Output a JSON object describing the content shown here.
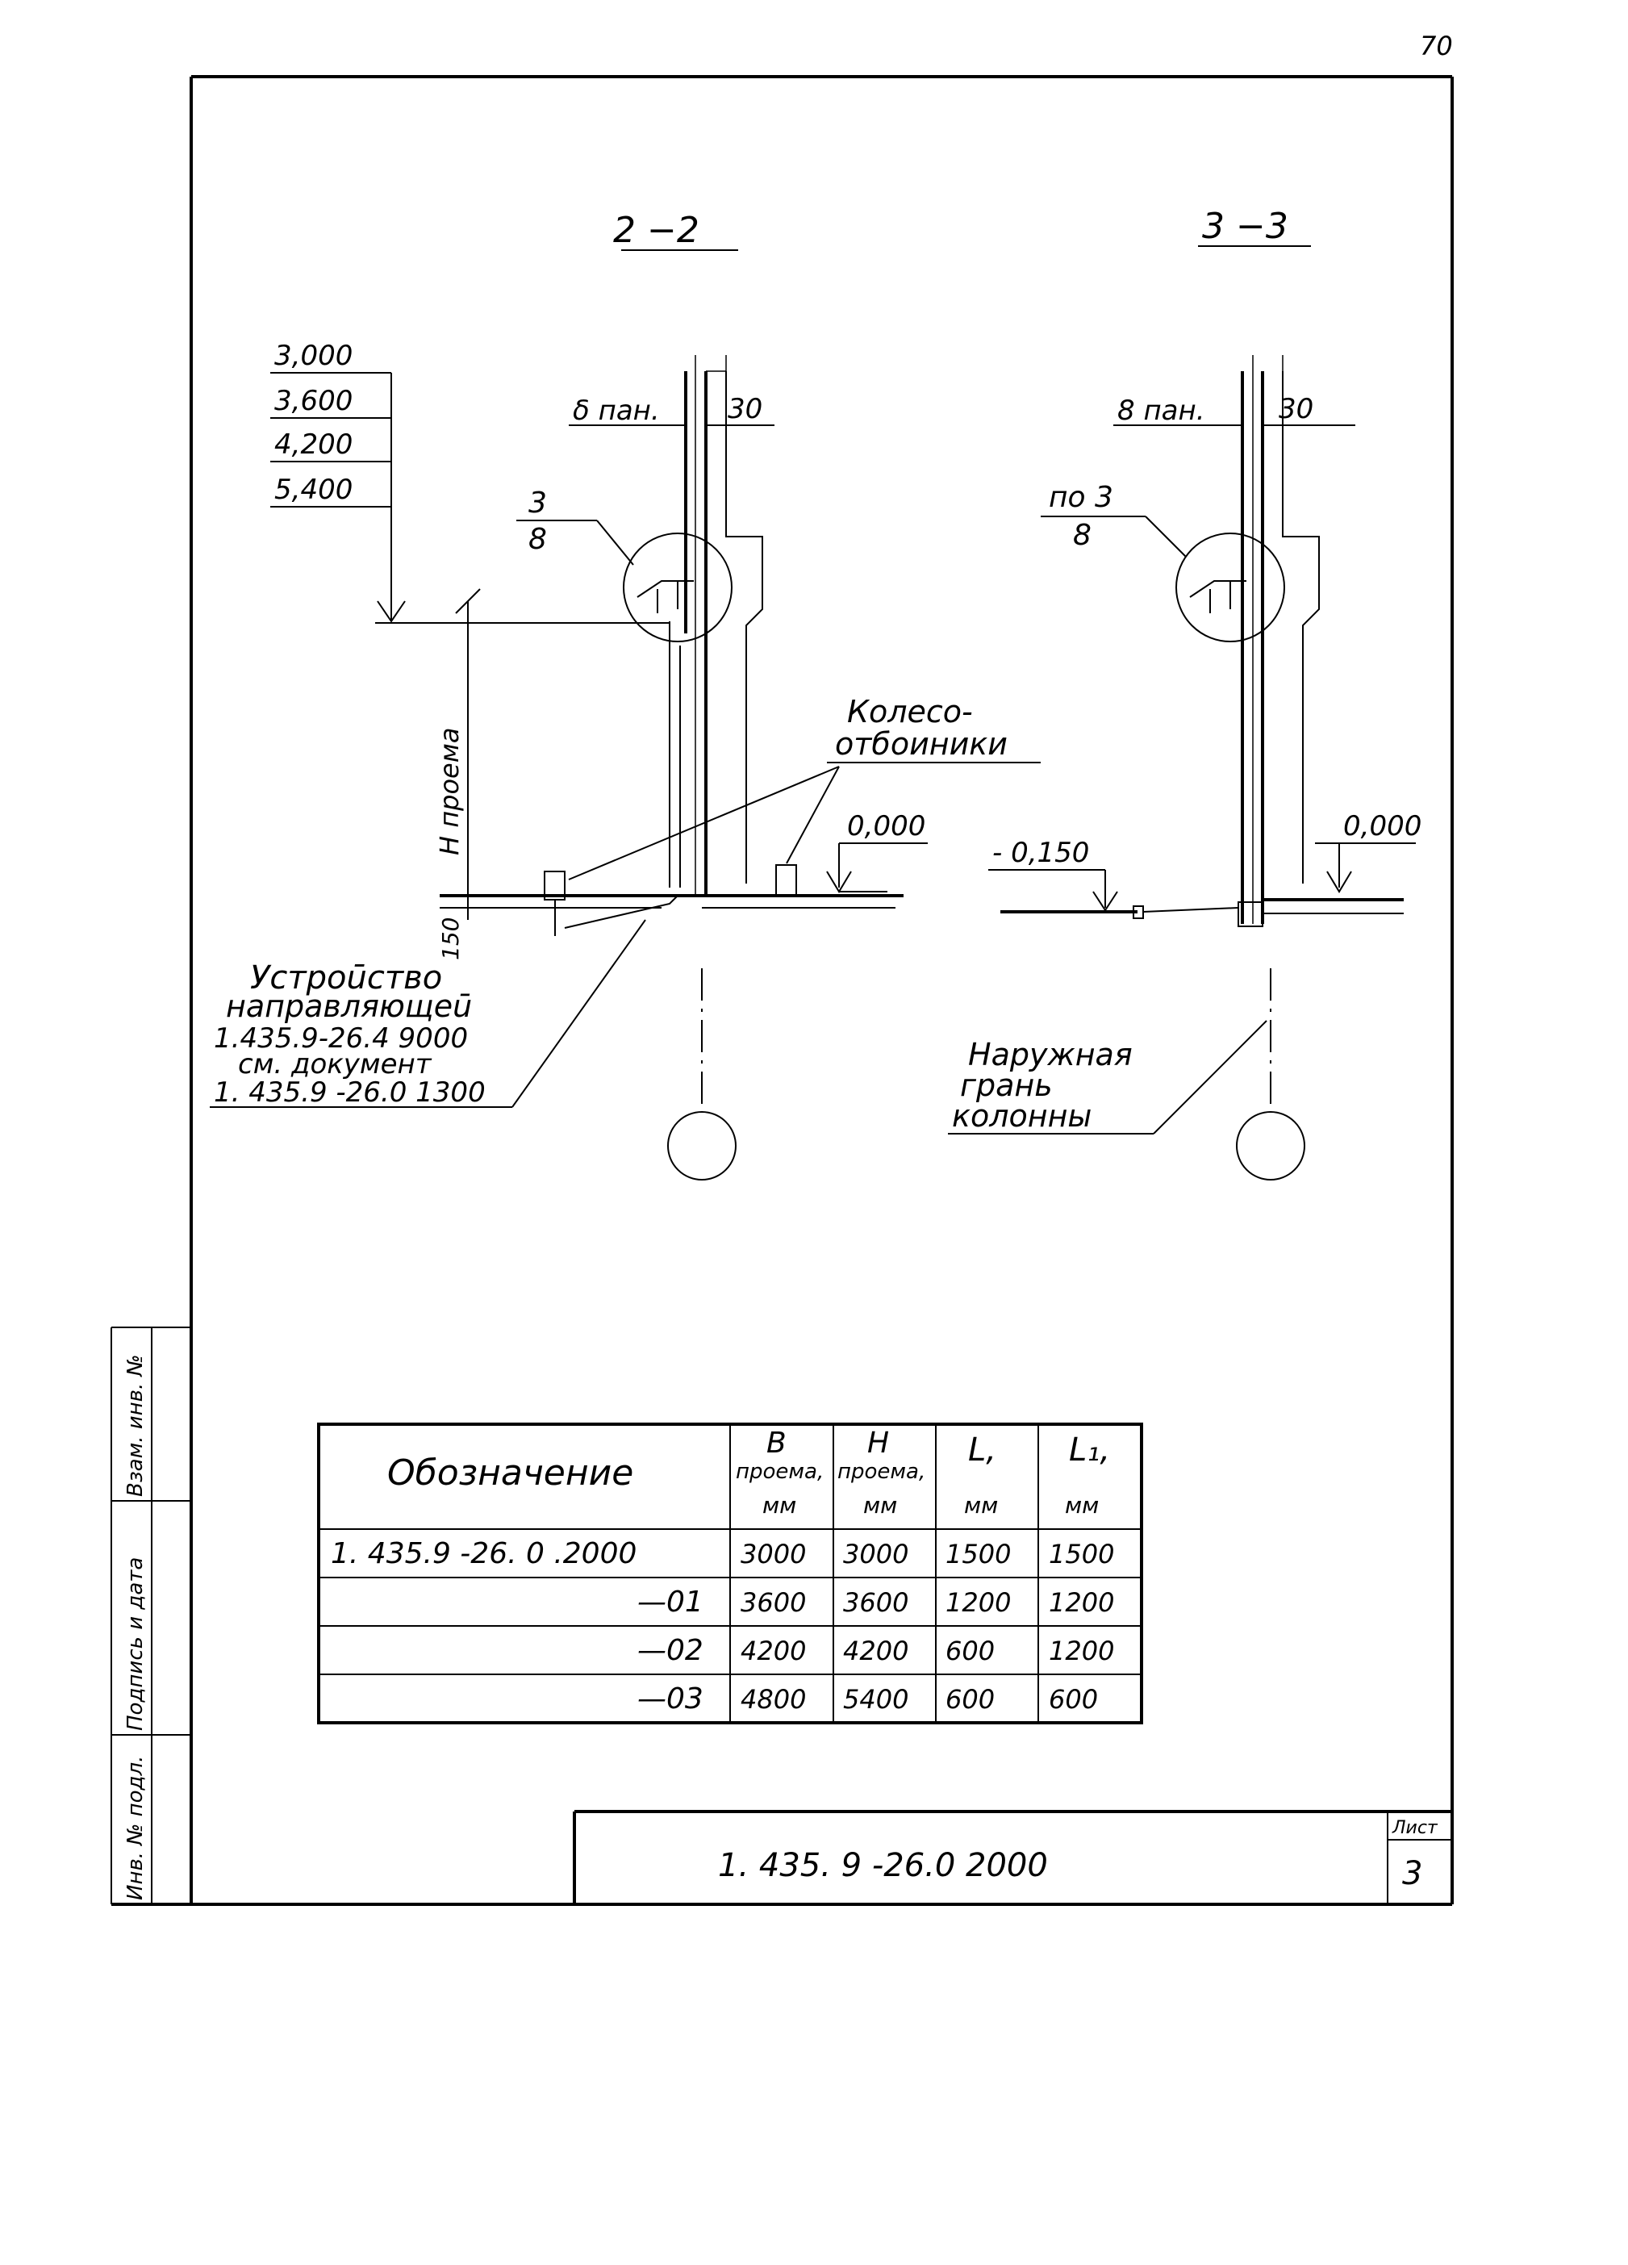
{
  "sheet_number_top": "70",
  "section_2": {
    "title": "2 −2",
    "levels": [
      "3,000",
      "3,600",
      "4,200",
      "5,400"
    ],
    "panel_label": "δ пан.",
    "dim_30": "30",
    "callout_num": "3",
    "callout_sheet": "8",
    "opening_label": "H проема",
    "dim_150": "150",
    "level_zero": "0,000",
    "wheel_label_1": "Колесо-",
    "wheel_label_2": "отбоиники",
    "guide_lines": [
      "Устроūство",
      "направляющеū",
      "1.435.9-26.4 9000",
      "см. документ",
      "1. 435.9 -26.0 1300"
    ]
  },
  "section_3": {
    "title": "3 −3",
    "panel_label": "8 пан.",
    "dim_30": "30",
    "callout_num": "по 3",
    "callout_sheet": "8",
    "level_minus": "- 0,150",
    "level_zero": "0,000",
    "facade_lines": [
      "Наружная",
      "грань",
      "колонны"
    ]
  },
  "table": {
    "headers": [
      {
        "top": "Обозначение"
      },
      {
        "top": "B",
        "mid": "проема,",
        "bot": "мм"
      },
      {
        "top": "H",
        "mid": "проема,",
        "bot": "мм"
      },
      {
        "top": "L,",
        "bot": "мм"
      },
      {
        "top": "L₁,",
        "bot": "мм"
      }
    ],
    "rows": [
      {
        "designation": "1. 435.9 -26. 0 .2000",
        "b": "3000",
        "h": "3000",
        "l": "1500",
        "l1": "1500"
      },
      {
        "designation": "—01",
        "b": "3600",
        "h": "3600",
        "l": "1200",
        "l1": "1200"
      },
      {
        "designation": "—02",
        "b": "4200",
        "h": "4200",
        "l": "600",
        "l1": "1200"
      },
      {
        "designation": "—03",
        "b": "4800",
        "h": "5400",
        "l": "600",
        "l1": "600"
      }
    ]
  },
  "side_stamp": {
    "cells": [
      "Инв. № подл.",
      "Подпись и дата",
      "Взам. инв. №"
    ]
  },
  "title_block": {
    "code": "1. 435. 9 -26.0 2000",
    "sheet_label": "Лист",
    "sheet_value": "3"
  }
}
